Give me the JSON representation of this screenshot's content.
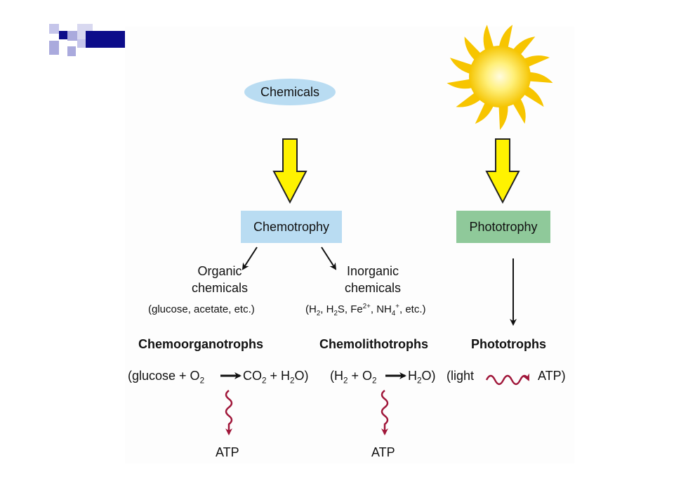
{
  "diagram": {
    "source_label": "Chemicals",
    "chemotrophy_label": "Chemotrophy",
    "phototrophy_label": "Phototrophy",
    "organic": {
      "line1": "Organic",
      "line2": "chemicals",
      "examples": "(glucose, acetate, etc.)"
    },
    "inorganic": {
      "line1": "Inorganic",
      "line2": "chemicals",
      "ex_open": "(H",
      "ex_h2_sub": "2",
      "ex_sep1": ", H",
      "ex_h2s_sub": "2",
      "ex_s": "S, Fe",
      "ex_fe_sup": "2+",
      "ex_nh": ", NH",
      "ex_nh_sub": "4",
      "ex_nh_sup": "+",
      "ex_close": ", etc.)"
    },
    "groups": {
      "chemoorganotrophs": "Chemoorganotrophs",
      "chemolithotrophs": "Chemolithotrophs",
      "phototrophs": "Phototrophs"
    },
    "eq1": {
      "left": "(glucose + O",
      "left_sub": "2",
      "right_co": "CO",
      "right_co_sub": "2",
      "right_mid": " + H",
      "right_h_sub": "2",
      "right_end": "O)"
    },
    "eq2": {
      "left_open": "(H",
      "left_h_sub": "2",
      "left_mid": " + O",
      "left_o_sub": "2",
      "right_h": "H",
      "right_h_sub": "2",
      "right_end": "O)"
    },
    "eq3": {
      "left": "(light",
      "right": "ATP)"
    },
    "atp1": "ATP",
    "atp2": "ATP"
  },
  "colors": {
    "oval_blue": "#b9dcf2",
    "photo_green": "#8fc99a",
    "arrow_yellow": "#fff200",
    "squiggle_red": "#a0173a",
    "logo_navy": "#0c0c8a",
    "logo_lavender": "#aaaadd"
  },
  "icons": [
    "sun-icon",
    "yellow-down-arrow-icon",
    "black-arrow-icon",
    "squiggle-arrow-icon",
    "logo-squares-icon"
  ]
}
